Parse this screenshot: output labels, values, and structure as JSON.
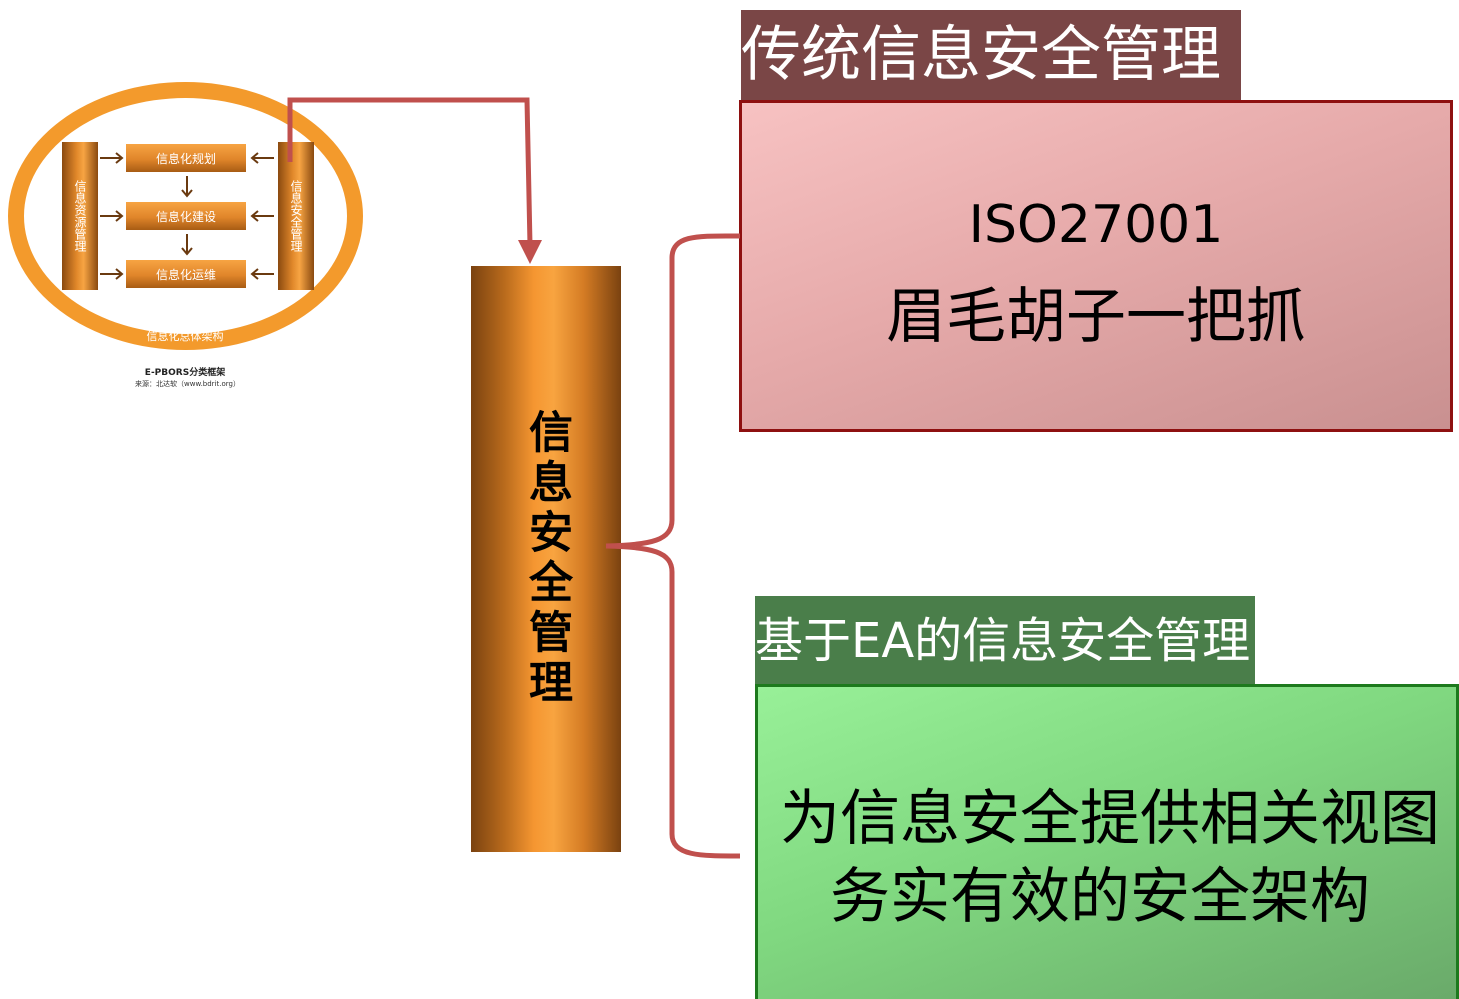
{
  "framework": {
    "left_bar": "信息资源管理",
    "right_bar": "信息安全管理",
    "steps": [
      "信息化规划",
      "信息化建设",
      "信息化运维"
    ],
    "arch_label": "信息化总体架构",
    "caption": "E-PBORS分类框架",
    "source": "来源：北达软（www.bdrit.org）"
  },
  "pillar": {
    "label": "信息安全管理"
  },
  "traditional": {
    "header": "传统信息安全管理",
    "line1": "ISO27001",
    "line2": "眉毛胡子一把抓"
  },
  "ea": {
    "header": "基于EA的信息安全管理",
    "line1": "为信息安全提供相关视图",
    "line2": "务实有效的安全架构"
  },
  "colors": {
    "orange": "#f39a2c",
    "connector": "#c0504d",
    "trad_header_bg": "#7a4646",
    "ea_header_bg": "#4a7e4a"
  }
}
